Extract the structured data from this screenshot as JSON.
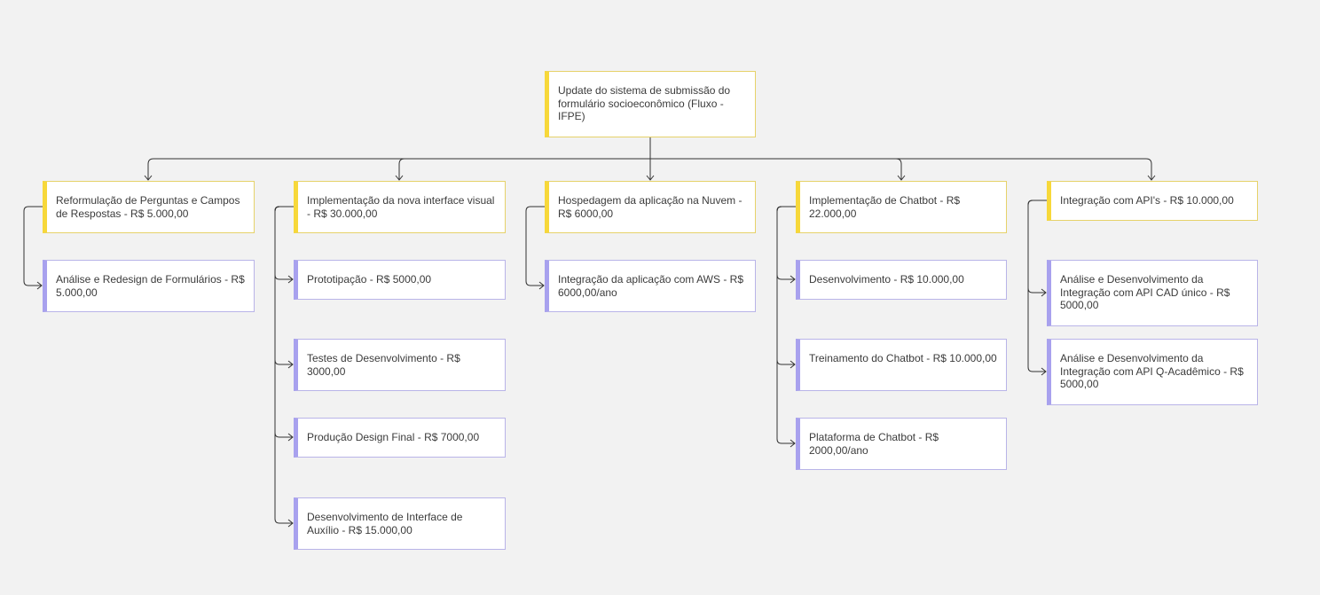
{
  "colors": {
    "background": "#f2f2f2",
    "parent_accent": "#f7d83a",
    "child_accent": "#a8a1ee",
    "connector": "#333333"
  },
  "root": {
    "label": "Update do sistema de submissão do formulário socioeconômico (Fluxo - IFPE)"
  },
  "branches": [
    {
      "label": "Reformulação de Perguntas e Campos de Respostas - R$ 5.000,00",
      "children": [
        {
          "label": "Análise e Redesign de Formulários - R$ 5.000,00"
        }
      ]
    },
    {
      "label": "Implementação da nova interface visual - R$ 30.000,00",
      "children": [
        {
          "label": "Prototipação - R$ 5000,00"
        },
        {
          "label": "Testes de Desenvolvimento - R$ 3000,00"
        },
        {
          "label": "Produção Design Final - R$ 7000,00"
        },
        {
          "label": "Desenvolvimento de Interface de Auxílio - R$ 15.000,00"
        }
      ]
    },
    {
      "label": "Hospedagem da aplicação na Nuvem - R$ 6000,00",
      "children": [
        {
          "label": "Integração da aplicação com AWS - R$ 6000,00/ano"
        }
      ]
    },
    {
      "label": "Implementação de Chatbot - R$ 22.000,00",
      "children": [
        {
          "label": "Desenvolvimento - R$ 10.000,00"
        },
        {
          "label": "Treinamento do Chatbot - R$ 10.000,00"
        },
        {
          "label": "Plataforma de Chatbot - R$ 2000,00/ano"
        }
      ]
    },
    {
      "label": "Integração com API's - R$ 10.000,00",
      "children": [
        {
          "label": "Análise e Desenvolvimento da Integração com API CAD único - R$ 5000,00"
        },
        {
          "label": "Análise e Desenvolvimento da Integração com API Q-Acadêmico - R$ 5000,00"
        }
      ]
    }
  ]
}
